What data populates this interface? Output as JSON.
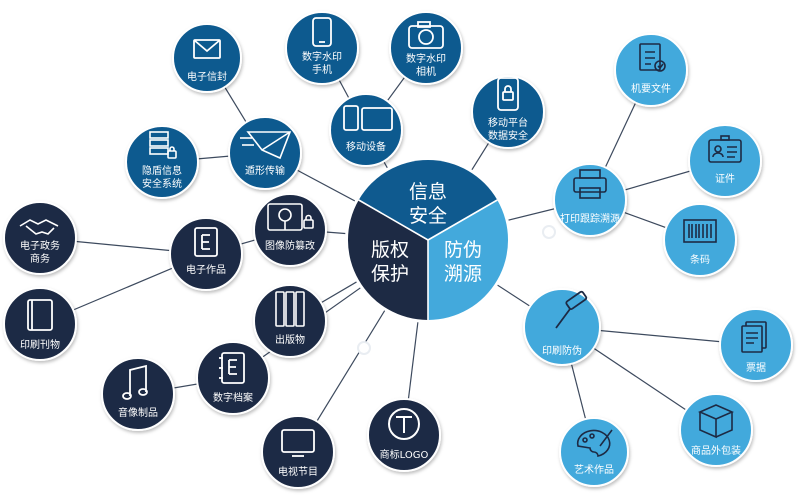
{
  "colors": {
    "navy": "#1d2a44",
    "blue": "#0f5a8f",
    "cyan": "#43a9dc",
    "line": "#3d4a5e",
    "ring": "#e9edf2"
  },
  "center": {
    "top_label": [
      "信息",
      "安全"
    ],
    "left_label": [
      "版权",
      "保护"
    ],
    "right_label": [
      "防伪",
      "溯源"
    ]
  },
  "nodes": {
    "dianzixinfeng": {
      "label": [
        "电子信封"
      ],
      "icon": "envelope-icon"
    },
    "shuziyinshouji": {
      "label": [
        "数字水印",
        "手机"
      ],
      "icon": "phone-icon"
    },
    "shuziyinxiangji": {
      "label": [
        "数字水印",
        "相机"
      ],
      "icon": "camera-icon"
    },
    "yidongshebei": {
      "label": [
        "移动设备"
      ],
      "icon": "mobile-tablet-icon"
    },
    "yidongpingtai": {
      "label": [
        "移动平台",
        "数据安全"
      ],
      "icon": "phone-lock-icon"
    },
    "yindun": {
      "label": [
        "隐盾信息",
        "安全系统"
      ],
      "icon": "server-lock-icon"
    },
    "dixingchuanshu": {
      "label": [
        "遁形传输"
      ],
      "icon": "paper-plane-icon"
    },
    "tuxiangfangcuangai": {
      "label": [
        "图像防篡改"
      ],
      "icon": "image-lock-icon"
    },
    "dianzizhengwu": {
      "label": [
        "电子政务",
        "商务"
      ],
      "icon": "handshake-icon"
    },
    "dianzizuopin": {
      "label": [
        "电子作品"
      ],
      "icon": "ebook-icon"
    },
    "yinshuakanwu": {
      "label": [
        "印刷刊物"
      ],
      "icon": "book-icon"
    },
    "chubanwu": {
      "label": [
        "出版物"
      ],
      "icon": "bookshelf-icon"
    },
    "yinxiangzhipin": {
      "label": [
        "音像制品"
      ],
      "icon": "music-note-icon"
    },
    "shuzidangan": {
      "label": [
        "数字档案"
      ],
      "icon": "archive-e-icon"
    },
    "dianshijiemu": {
      "label": [
        "电视节目"
      ],
      "icon": "tv-icon"
    },
    "shangbiao": {
      "label": [
        "商标LOGO"
      ],
      "icon": "trademark-t-icon"
    },
    "jiyaowenjian": {
      "label": [
        "机要文件"
      ],
      "icon": "document-check-icon"
    },
    "zhengjian": {
      "label": [
        "证件"
      ],
      "icon": "id-card-icon"
    },
    "dayingenzong": {
      "label": [
        "打印跟踪溯源"
      ],
      "icon": "printer-icon"
    },
    "tiaoma": {
      "label": [
        "条码"
      ],
      "icon": "barcode-icon"
    },
    "yinshuafangwei": {
      "label": [
        "印刷防伪"
      ],
      "icon": "paint-roller-icon"
    },
    "piaoju": {
      "label": [
        "票据"
      ],
      "icon": "receipt-icon"
    },
    "yishuzuopin": {
      "label": [
        "艺术作品"
      ],
      "icon": "palette-icon"
    },
    "shangpinbaozhuang": {
      "label": [
        "商品外包装"
      ],
      "icon": "package-box-icon"
    }
  }
}
